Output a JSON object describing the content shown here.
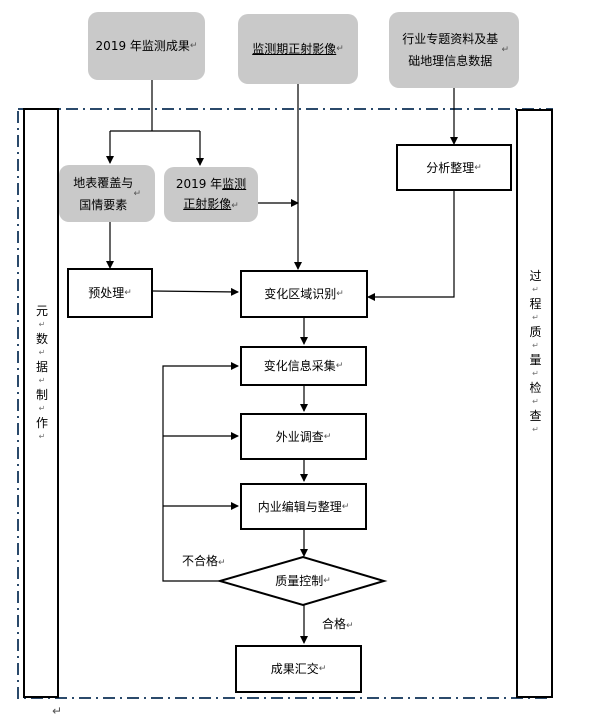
{
  "nodes": {
    "results_2019": "2019 年监测成果",
    "ortho_period": "监测期正射影像",
    "industry_data": "行业专题资料及基础地理信息数据",
    "land_cover": "地表覆盖与国情要素",
    "ortho_2019_a": "2019 年",
    "ortho_2019_b": "监测",
    "ortho_2019_c": "正射影像",
    "analysis": "分析整理",
    "preprocess": "预处理",
    "change_detect": "变化区域识别",
    "change_collect": "变化信息采集",
    "field_survey": "外业调查",
    "office_edit": "内业编辑与整理",
    "qc": "质量控制",
    "submit": "成果汇交"
  },
  "labels": {
    "fail": "不合格",
    "pass": "合格"
  },
  "side": {
    "left": [
      "元",
      "数",
      "据",
      "制",
      "作"
    ],
    "right": [
      "过",
      "程",
      "质",
      "量",
      "检",
      "查"
    ]
  },
  "mark": "↵"
}
